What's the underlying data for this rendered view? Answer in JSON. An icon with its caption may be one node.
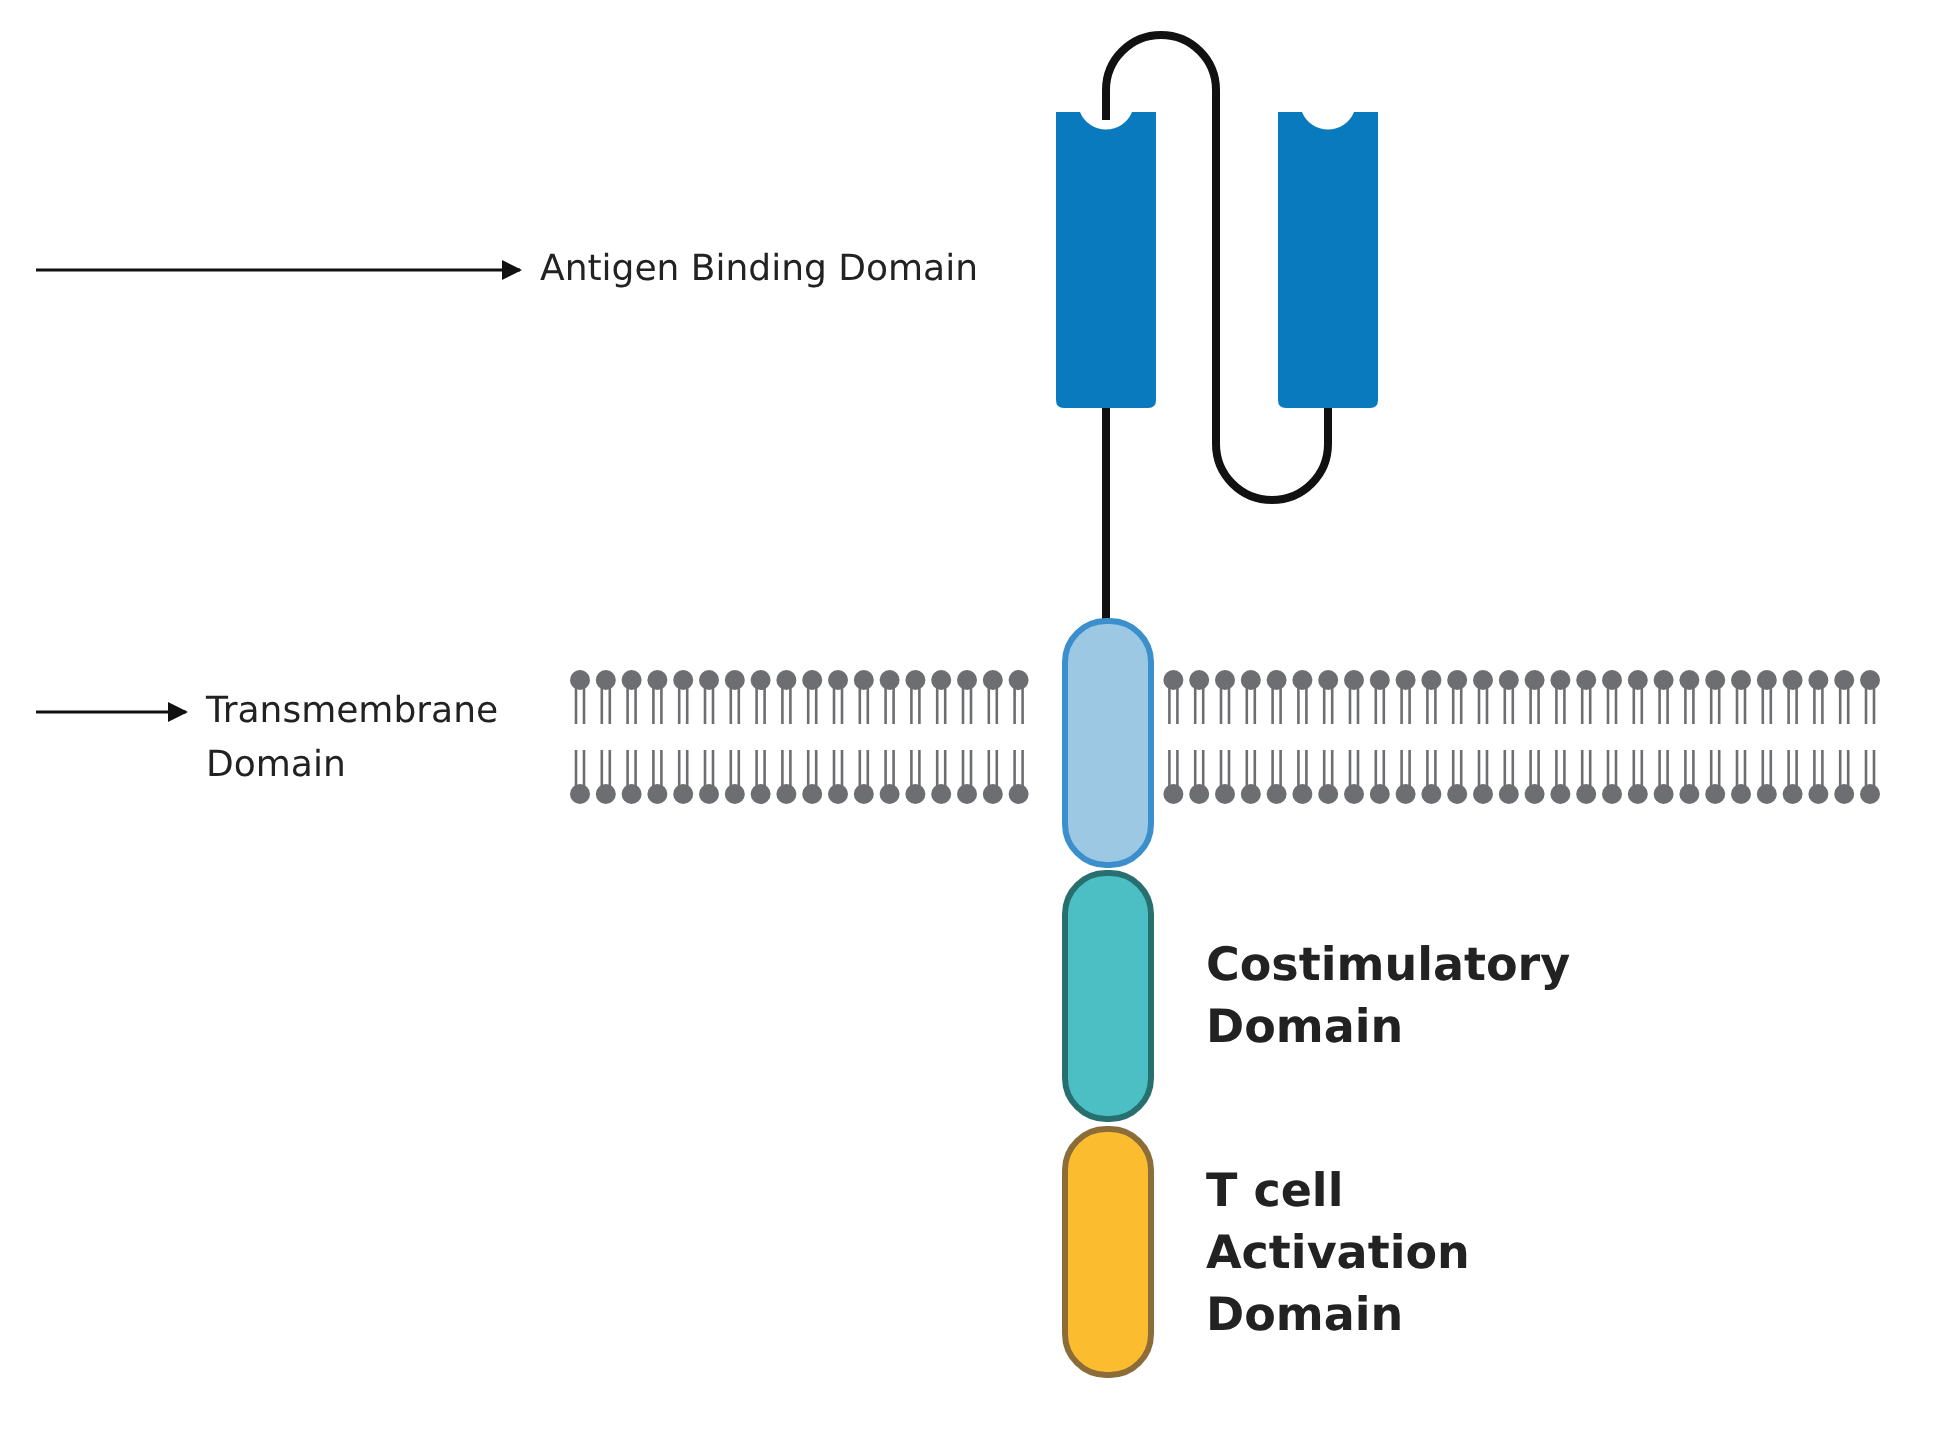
{
  "diagram": {
    "nodes": [
      {
        "text": [
          "Antigen Binding Domain"
        ]
      },
      {
        "text": [
          "Transmembrane Domain"
        ]
      },
      {
        "text": [],
        "shape": "box"
      },
      {
        "text": [],
        "shape": "box",
        "beside": [
          "Costimulatory Domain"
        ]
      },
      {
        "text": [],
        "shape": "box",
        "beside": [
          "T cell Activation Domain"
        ]
      }
    ],
    "edges": [
      {
        "from": null,
        "to": 0,
        "arrow": "to"
      },
      {
        "from": null,
        "to": 1,
        "arrow": "to"
      }
    ]
  }
}
